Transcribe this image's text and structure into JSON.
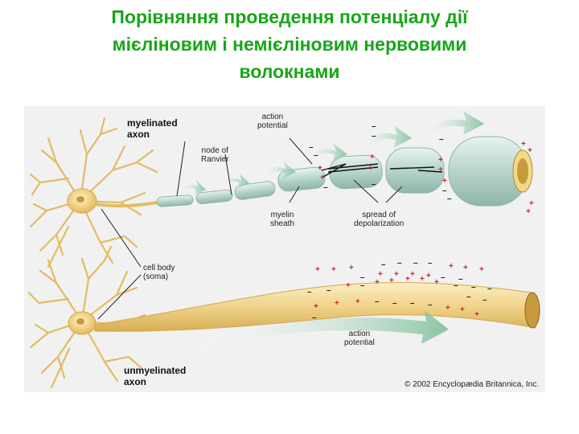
{
  "title": {
    "line1": "Порівняння проведення потенціалу дії",
    "line2": "мієліновим і   немієліновим  нервовими",
    "line3": "волокнами"
  },
  "figure": {
    "myelinated_axon": [
      "myelinated",
      "axon"
    ],
    "unmyelinated_axon": [
      "unmyelinated",
      "axon"
    ],
    "node_of_ranvier": [
      "node of",
      "Ranvier"
    ],
    "action_potential_top": [
      "action",
      "potential"
    ],
    "myelin_sheath": [
      "myelin",
      "sheath"
    ],
    "spread_of_depolarization": [
      "spread of",
      "depolarization"
    ],
    "cell_body": [
      "cell body",
      "(soma)"
    ],
    "action_potential_bottom": [
      "action",
      "potential"
    ],
    "copyright": "© 2002 Encyclopædia Britannica, Inc."
  },
  "colors": {
    "title": "#18a518",
    "neuron": "#f2d79a",
    "neuron_outline": "#d4a64a",
    "myelin": "#bcd7cf",
    "axon_core": "#f0d28a",
    "arrow": "#8fc9a8"
  }
}
